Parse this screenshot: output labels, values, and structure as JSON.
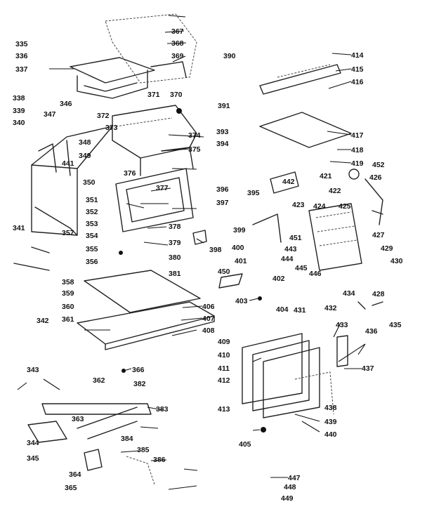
{
  "diagram": {
    "labels": [
      "335",
      "336",
      "337",
      "338",
      "339",
      "340",
      "341",
      "342",
      "343",
      "344",
      "345",
      "346",
      "347",
      "348",
      "349",
      "350",
      "351",
      "352",
      "353",
      "354",
      "355",
      "356",
      "357",
      "358",
      "359",
      "360",
      "361",
      "362",
      "363",
      "364",
      "365",
      "366",
      "367",
      "368",
      "369",
      "370",
      "371",
      "372",
      "373",
      "374",
      "375",
      "376",
      "377",
      "378",
      "379",
      "380",
      "381",
      "382",
      "383",
      "384",
      "385",
      "386",
      "390",
      "391",
      "393",
      "394",
      "395",
      "396",
      "397",
      "398",
      "399",
      "400",
      "401",
      "402",
      "403",
      "404",
      "405",
      "406",
      "407",
      "408",
      "409",
      "410",
      "411",
      "412",
      "413",
      "414",
      "415",
      "416",
      "417",
      "418",
      "419",
      "421",
      "422",
      "423",
      "424",
      "425",
      "426",
      "427",
      "428",
      "429",
      "430",
      "431",
      "432",
      "433",
      "434",
      "435",
      "436",
      "437",
      "438",
      "439",
      "440",
      "441",
      "442",
      "443",
      "444",
      "445",
      "446",
      "447",
      "448",
      "449",
      "450",
      "451",
      "452"
    ]
  }
}
